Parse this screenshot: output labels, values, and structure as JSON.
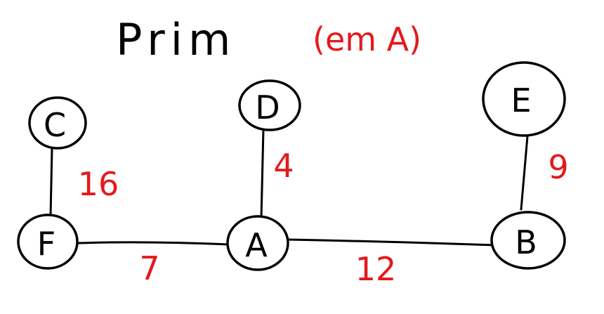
{
  "title": {
    "main": "Prim",
    "annotation": "(em A)",
    "annotation_color": "#e31a1c"
  },
  "colors": {
    "ink": "#000000",
    "weight": "#e31a1c",
    "background": "#ffffff"
  },
  "graph": {
    "nodes": [
      {
        "id": "C",
        "label": "C"
      },
      {
        "id": "D",
        "label": "D"
      },
      {
        "id": "E",
        "label": "E"
      },
      {
        "id": "F",
        "label": "F"
      },
      {
        "id": "A",
        "label": "A"
      },
      {
        "id": "B",
        "label": "B"
      }
    ],
    "edges": [
      {
        "from": "C",
        "to": "F",
        "weight": "16"
      },
      {
        "from": "D",
        "to": "A",
        "weight": "4"
      },
      {
        "from": "E",
        "to": "B",
        "weight": "9"
      },
      {
        "from": "F",
        "to": "A",
        "weight": "7"
      },
      {
        "from": "A",
        "to": "B",
        "weight": "12"
      }
    ]
  }
}
